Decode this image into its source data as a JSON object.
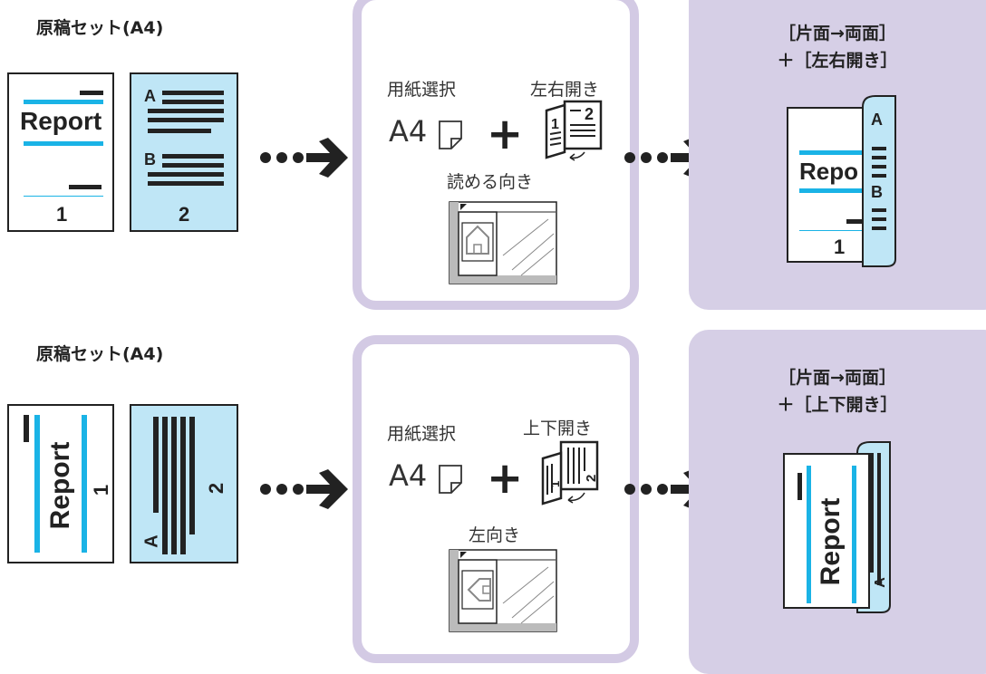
{
  "row1": {
    "title": "原稿セット(A4)",
    "doc1": {
      "label": "Report",
      "page": "1"
    },
    "doc2": {
      "marker_a": "A",
      "marker_b": "B",
      "page": "2"
    },
    "settings": {
      "paper_label": "用紙選択",
      "paper_size": "A4",
      "binding_label": "左右開き",
      "orientation_label": "読める向き"
    },
    "result": {
      "line1": "［片面→両面］",
      "line2": "＋［左右開き］",
      "label": "Repo",
      "page": "1",
      "marker_a": "A",
      "marker_b": "B"
    }
  },
  "row2": {
    "title": "原稿セット(A4)",
    "doc1": {
      "label": "Report",
      "page": "1"
    },
    "doc2": {
      "marker_a": "A",
      "page": "2"
    },
    "settings": {
      "paper_label": "用紙選択",
      "paper_size": "A4",
      "binding_label": "上下開き",
      "orientation_label": "左向き"
    },
    "result": {
      "line1": "［片面→両面］",
      "line2": "＋［上下開き］",
      "label": "Report",
      "marker_a": "A"
    }
  },
  "colors": {
    "cyan": "#1ab3e6",
    "light_blue": "#bfe6f6",
    "lavender": "#d6cfe6",
    "card_border": "#d3cae4"
  }
}
